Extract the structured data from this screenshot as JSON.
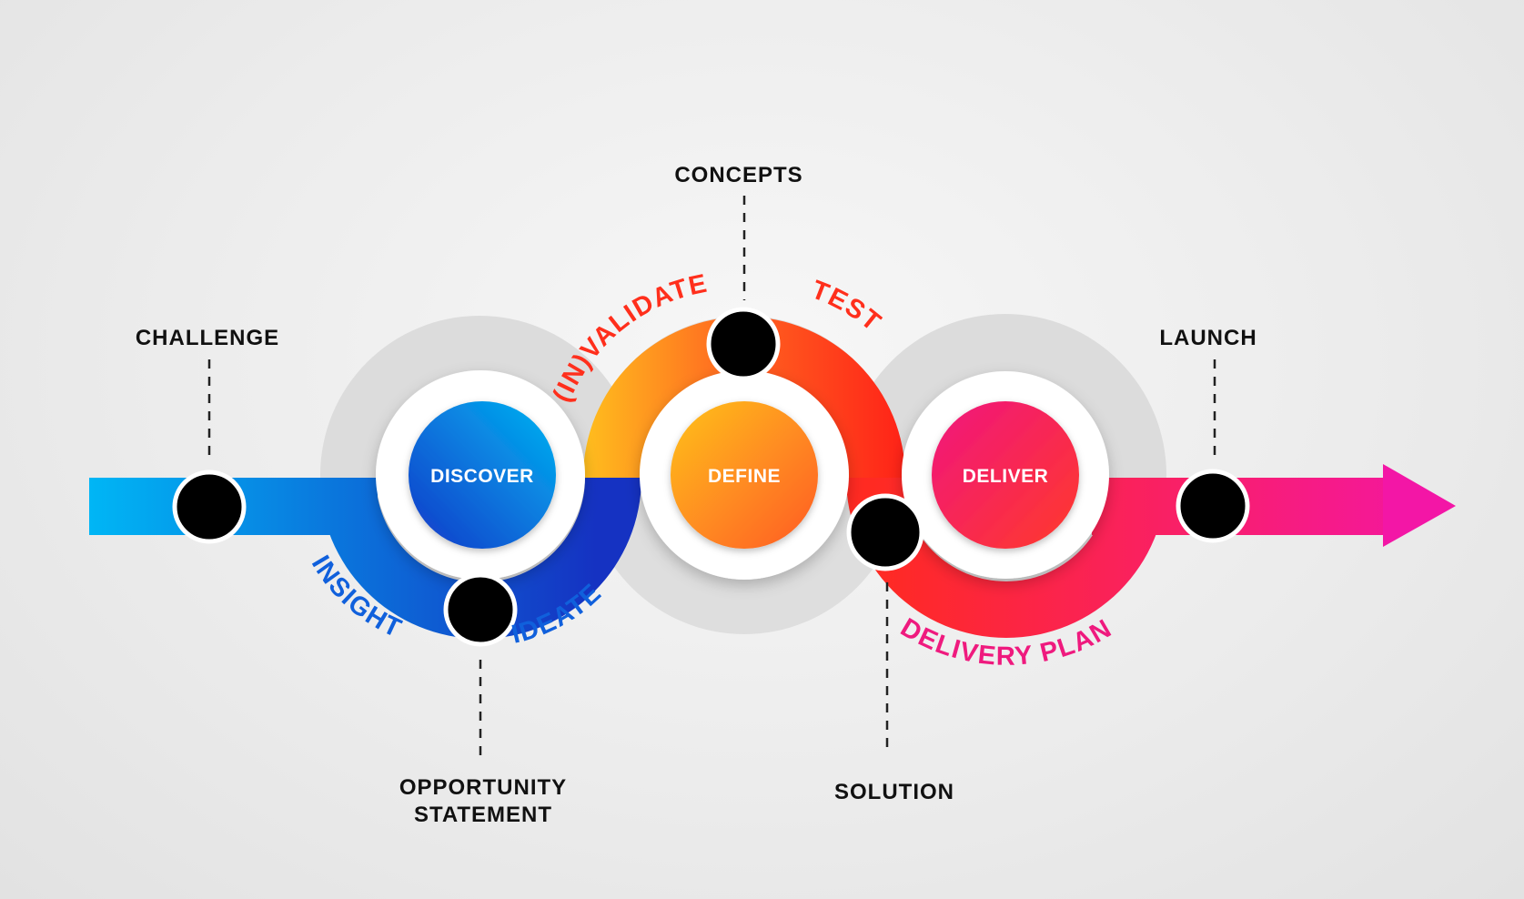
{
  "stages": [
    {
      "label": "DISCOVER",
      "color_start": "#1538c8",
      "color_end": "#00b4f2"
    },
    {
      "label": "DEFINE",
      "color_start": "#ffc21e",
      "color_end": "#ff5a22"
    },
    {
      "label": "DELIVER",
      "color_start": "#f0157e",
      "color_end": "#ff3a2a"
    }
  ],
  "milestones": [
    {
      "label": "CHALLENGE"
    },
    {
      "label": "OPPORTUNITY",
      "label_line2": "STATEMENT"
    },
    {
      "label": "CONCEPTS"
    },
    {
      "label": "SOLUTION"
    },
    {
      "label": "LAUNCH"
    }
  ],
  "arc_labels": [
    {
      "label": "INSIGHT",
      "color": "#1060dc"
    },
    {
      "label": "IDEATE",
      "color": "#1060dc"
    },
    {
      "label": "(IN)VALIDATE",
      "color": "#ff2f1c"
    },
    {
      "label": "TEST",
      "color": "#ff2f1c"
    },
    {
      "label": "DELIVERY PLAN",
      "color": "#ef1a7e"
    }
  ],
  "colors": {
    "discover_band_start": "#00b6f5",
    "discover_band_end": "#1532c2",
    "define_band_start": "#ffbf1e",
    "define_band_end": "#ff2418",
    "deliver_band_start": "#ff2a22",
    "deliver_band_end": "#f316a6",
    "ghost_ring": "#dcdcdc"
  }
}
